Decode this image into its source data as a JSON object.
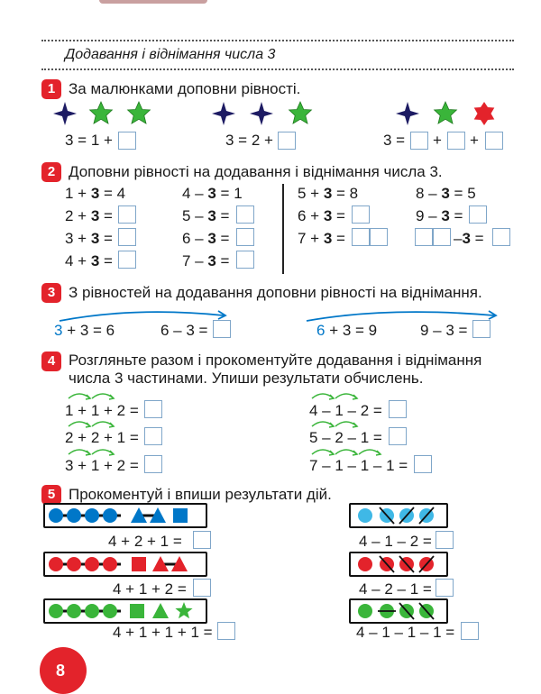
{
  "colors": {
    "red": "#e3232b",
    "green": "#3ab53a",
    "navy": "#1d1b63",
    "blue": "#0077c8",
    "lightblue": "#3fb8e6",
    "box": "#7fa6c9"
  },
  "title": "Додавання і віднімання числа 3",
  "task1": {
    "num": "1",
    "text": "За малюнками доповни рівності.",
    "eq": [
      {
        "a": "3 = 1 +"
      },
      {
        "a": "3 = 2 +"
      },
      {
        "a": "3 =",
        "p1": "+",
        "p2": "+"
      }
    ]
  },
  "task2": {
    "num": "2",
    "text": "Доповни рівності на додавання і віднімання числа 3.",
    "rows": [
      [
        "1 + ",
        "3",
        " = 4",
        "4 – ",
        "3",
        " = 1",
        "5 + ",
        "3",
        " = 8",
        "8 – ",
        "3",
        " = 5"
      ],
      [
        "2 + ",
        "3",
        " =",
        "5 – ",
        "3",
        " =",
        "6 + ",
        "3",
        " =",
        "9 – ",
        "3",
        " ="
      ],
      [
        "3 + ",
        "3",
        " =",
        "6 – ",
        "3",
        " =",
        "7 + ",
        "3",
        " =",
        "–",
        "3",
        " ="
      ],
      [
        "4 + ",
        "3",
        " =",
        "7 – ",
        "3",
        " ="
      ]
    ]
  },
  "task3": {
    "num": "3",
    "text": "З рівностей на додавання доповни рівності на віднімання.",
    "left": {
      "n": "3",
      "rest": " + 3 = 6",
      "sub": "6 – 3 ="
    },
    "right": {
      "n": "6",
      "rest": " + 3 = 9",
      "sub": "9 – 3 ="
    }
  },
  "task4": {
    "num": "4",
    "line1": "Розгляньте разом і прокоментуйте додавання і віднімання",
    "line2": "числа 3 частинами. Упиши результати обчислень.",
    "left": [
      "1 + 1 + 2 =",
      "2 + 2 + 1 =",
      "3 + 1 + 2 ="
    ],
    "right": [
      "4 – 1 – 2 =",
      "5 – 2 – 1 =",
      "7 – 1 – 1 – 1 ="
    ]
  },
  "task5": {
    "num": "5",
    "text": "Прокоментуй і впиши результати дій.",
    "left": [
      "4 + 2 + 1 =",
      "4 + 1 + 2 =",
      "4 + 1 + 1 + 1 ="
    ],
    "right": [
      "4 – 1 – 2 =",
      "4 – 2 – 1 =",
      "4 – 1 – 1 – 1 ="
    ]
  },
  "page_number": "8"
}
